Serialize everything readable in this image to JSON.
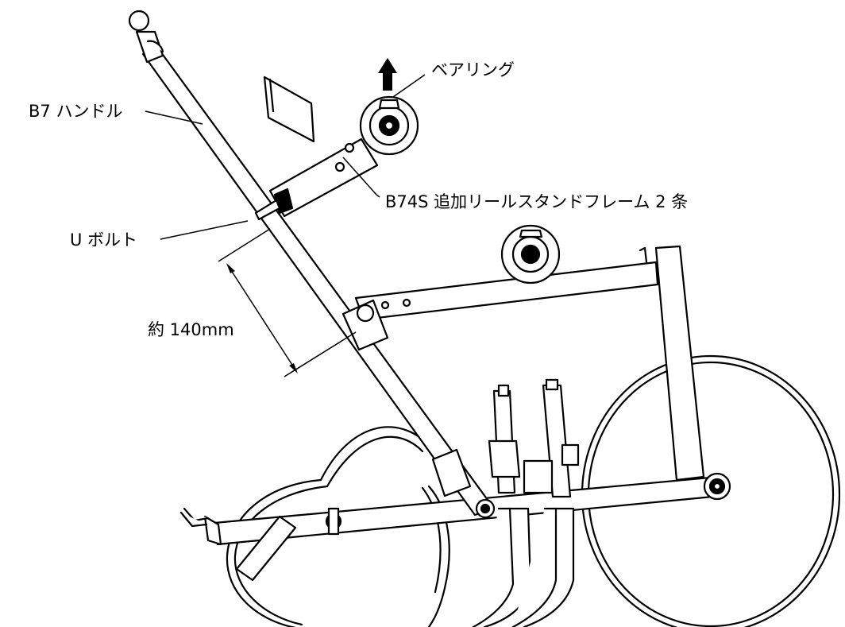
{
  "labels": {
    "bearing": "ベアリング",
    "handle": "B7 ハンドル",
    "reel_stand_frame": "B74S 追加リールスタンドフレーム 2 条",
    "u_bolt": "U ボルト",
    "dimension": "約 140mm"
  }
}
